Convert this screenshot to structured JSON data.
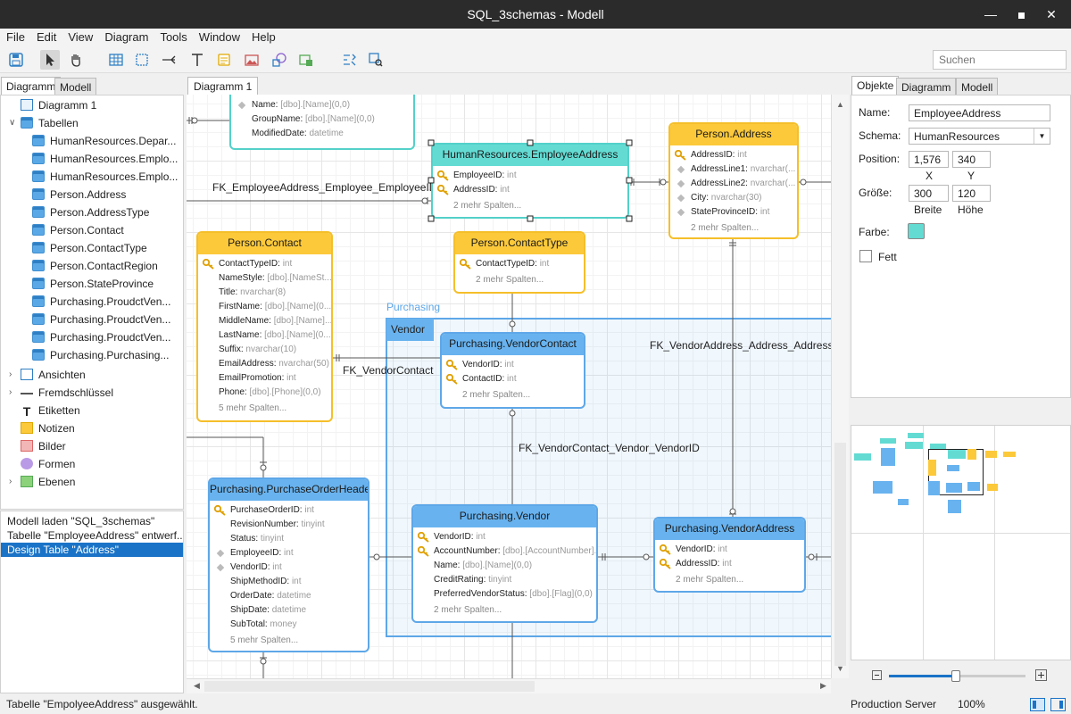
{
  "window": {
    "title": "SQL_3schemas - Modell"
  },
  "menu": [
    "File",
    "Edit",
    "View",
    "Diagram",
    "Tools",
    "Window",
    "Help"
  ],
  "menu_display": [
    "File",
    "Edit",
    "View",
    "Diagram",
    "Tools",
    "Window",
    "Help"
  ],
  "menu_labels": {
    "m0": "File",
    "m1": "Edit",
    "m2": "View",
    "m3": "Diagram",
    "m4": "Tools",
    "m5": "Window",
    "m6": "Help"
  },
  "search": {
    "placeholder": "Suchen"
  },
  "left_tabs": {
    "diagramm": "Diagramm",
    "modell": "Modell"
  },
  "tree": {
    "diagramm1": "Diagramm 1",
    "tabellen": "Tabellen",
    "tables": [
      "HumanResources.Depar...",
      "HumanResources.Emplo...",
      "HumanResources.Emplo...",
      "Person.Address",
      "Person.AddressType",
      "Person.Contact",
      "Person.ContactType",
      "Person.ContactRegion",
      "Person.StateProvince",
      "Purchasing.ProudctVen...",
      "Purchasing.ProudctVen...",
      "Purchasing.ProudctVen...",
      "Purchasing.Purchasing..."
    ],
    "ansichten": "Ansichten",
    "fremd": "Fremdschlüssel",
    "etiketten": "Etiketten",
    "notizen": "Notizen",
    "bilder": "Bilder",
    "formen": "Formen",
    "ebenen": "Ebenen"
  },
  "log": [
    "Modell laden \"SQL_3schemas\"",
    "Tabelle \"EmployeeAddress\" entwerf...",
    "Design Table \"Address\""
  ],
  "canvas_tab": "Diagramm 1",
  "entities": {
    "top": {
      "c1": "Name:",
      "t1": "[dbo].[Name](0,0)",
      "c2": "GroupName:",
      "t2": "[dbo].[Name](0,0)",
      "c3": "ModifiedDate:",
      "t3": "datetime"
    },
    "ea": {
      "title": "HumanResources.EmployeeAddress",
      "c1": "EmployeeID:",
      "t1": "int",
      "c2": "AddressID:",
      "t2": "int",
      "more": "2 mehr Spalten..."
    },
    "addr": {
      "title": "Person.Address",
      "c1": "AddressID:",
      "t1": "int",
      "c2": "AddressLine1:",
      "t2": "nvarchar(...",
      "c3": "AddressLine2:",
      "t3": "nvarchar(...",
      "c4": "City:",
      "t4": "nvarchar(30)",
      "c5": "StateProvinceID:",
      "t5": "int",
      "more": "2 mehr Spalten..."
    },
    "contact": {
      "title": "Person.Contact",
      "c1": "ContactTypeID:",
      "t1": "int",
      "c2": "NameStyle:",
      "t2": "[dbo].[NameSt...",
      "c3": "Title:",
      "t3": "nvarchar(8)",
      "c4": "FirstName:",
      "t4": "[dbo].[Name](0...",
      "c5": "MiddleName:",
      "t5": "[dbo].[Name]...",
      "c6": "LastName:",
      "t6": "[dbo].[Name](0...",
      "c7": "Suffix:",
      "t7": "nvarchar(10)",
      "c8": "EmailAddress:",
      "t8": "nvarchar(50)",
      "c9": "EmailPromotion:",
      "t9": "int",
      "c10": "Phone:",
      "t10": "[dbo].[Phone](0,0)",
      "more": "5 mehr Spalten..."
    },
    "ctype": {
      "title": "Person.ContactType",
      "c1": "ContactTypeID:",
      "t1": "int",
      "more": "2 mehr Spalten..."
    },
    "vcontact": {
      "title": "Purchasing.VendorContact",
      "c1": "VendorID:",
      "t1": "int",
      "c2": "ContactID:",
      "t2": "int",
      "more": "2 mehr Spalten..."
    },
    "poh": {
      "title": "Purchasing.PurchaseOrderHeader",
      "c1": "PurchaseOrderID:",
      "t1": "int",
      "c2": "RevisionNumber:",
      "t2": "tinyint",
      "c3": "Status:",
      "t3": "tinyint",
      "c4": "EmployeeID:",
      "t4": "int",
      "c5": "VendorID:",
      "t5": "int",
      "c6": "ShipMethodID:",
      "t6": "int",
      "c7": "OrderDate:",
      "t7": "datetime",
      "c8": "ShipDate:",
      "t8": "datetime",
      "c9": "SubTotal:",
      "t9": "money",
      "more": "5 mehr Spalten..."
    },
    "vendor": {
      "title": "Purchasing.Vendor",
      "c1": "VendorID:",
      "t1": "int",
      "c2": "AccountNumber:",
      "t2": "[dbo].[AccountNumber]...",
      "c3": "Name:",
      "t3": "[dbo].[Name](0,0)",
      "c4": "CreditRating:",
      "t4": "tinyint",
      "c5": "PreferredVendorStatus:",
      "t5": "[dbo].[Flag](0,0)",
      "more": "2 mehr Spalten..."
    },
    "vaddr": {
      "title": "Purchasing.VendorAddress",
      "c1": "VendorID:",
      "t1": "int",
      "c2": "AddressID:",
      "t2": "int",
      "more": "2 mehr Spalten..."
    }
  },
  "labels": {
    "fk1": "FK_EmployeeAddress_Employee_EmployeeID",
    "fk2": "FK_VendorContact",
    "fk3": "FK_VendorAddress_Address_AddressID",
    "fk4": "FK_VendorContact_Vendor_VendorID",
    "layer": "Purchasing",
    "vendor_group": "Vendor"
  },
  "props": {
    "tabs": {
      "objekte": "Objekte",
      "diagramm": "Diagramm",
      "modell": "Modell"
    },
    "name_label": "Name:",
    "name": "EmployeeAddress",
    "schema_label": "Schema:",
    "schema": "HumanResources",
    "pos_label": "Position:",
    "x": "1,576",
    "y": "340",
    "x_cap": "X",
    "y_cap": "Y",
    "size_label": "Größe:",
    "w": "300",
    "h": "120",
    "w_cap": "Breite",
    "h_cap": "Höhe",
    "color_label": "Farbe:",
    "color": "#63dbd3",
    "bold_label": "Fett"
  },
  "status": {
    "text": "Tabelle \"EmpolyeeAddress\" ausgewählt.",
    "server": "Production Server",
    "zoom": "100%"
  },
  "colors": {
    "yellow": "#fcc93a",
    "blue": "#68b3ef",
    "teal": "#63dbd3",
    "selection": "#1a73c7"
  }
}
